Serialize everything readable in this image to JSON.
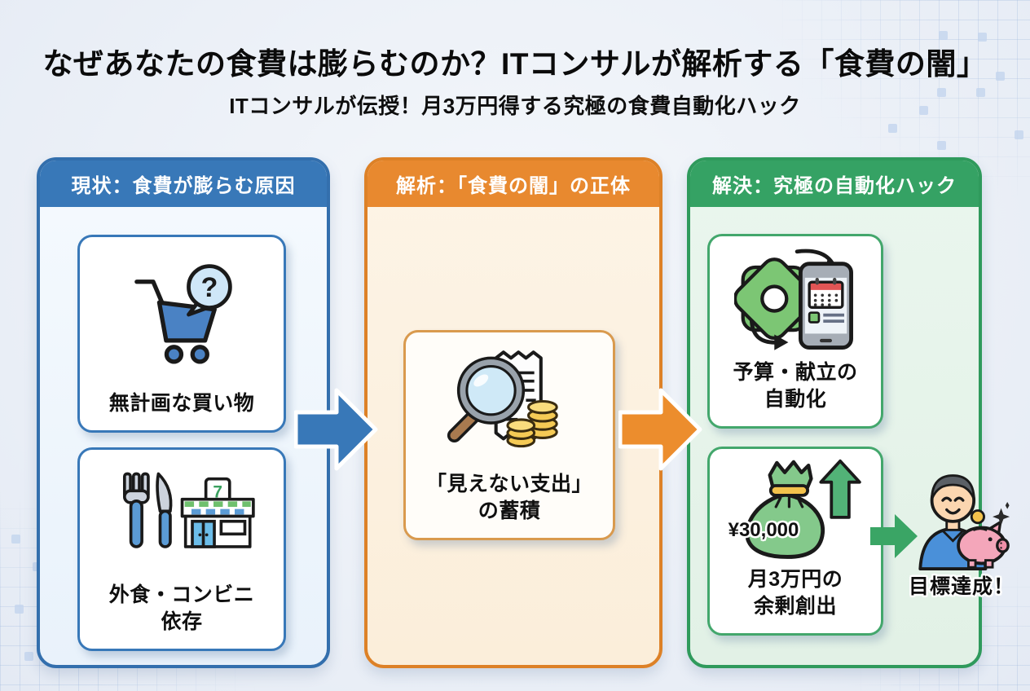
{
  "title": "なぜあなたの食費は膨らむのか？ITコンサルが解析する「食費の闇」",
  "subtitle": "ITコンサルが伝授！月3万円得する究極の食費自動化ハック",
  "colors": {
    "blue_accent": "#3878b8",
    "orange_accent": "#e8892f",
    "green_accent": "#35a264",
    "background": "#e9eef6"
  },
  "panels": [
    {
      "header": "現状：食費が膨らむ原因",
      "cards": [
        {
          "icon": "shopping-cart-question-icon",
          "label": "無計画な買い物"
        },
        {
          "icon": "cutlery-convenience-store-icon",
          "label": "外食・コンビニ\n依存"
        }
      ]
    },
    {
      "header": "解析：「食費の闇」の正体",
      "cards": [
        {
          "icon": "magnifier-receipt-coins-icon",
          "label": "「見えない支出」\nの蓄積"
        }
      ]
    },
    {
      "header": "解決：究極の自動化ハック",
      "cards": [
        {
          "icon": "gear-smartphone-icon",
          "label": "予算・献立の\n自動化"
        },
        {
          "icon": "money-bag-icon",
          "label": "月3万円の\n余剰創出",
          "amount": "¥30,000"
        }
      ]
    }
  ],
  "goal": {
    "icon": "person-piggy-bank-icon",
    "label": "目標達成！"
  }
}
